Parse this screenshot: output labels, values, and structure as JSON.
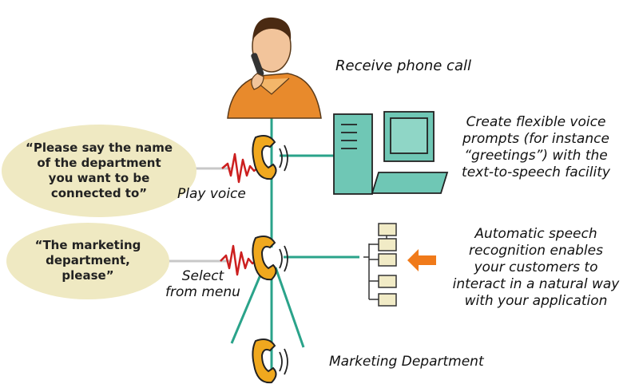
{
  "labels": {
    "receive_call": "Receive phone call",
    "create_prompts": [
      "Create flexible voice",
      "prompts (for instance",
      "“greetings”) with the",
      "text-to-speech facility"
    ],
    "play_voice": "Play voice",
    "select_menu": [
      "Select",
      "from menu"
    ],
    "asr": [
      "Automatic speech",
      "recognition enables",
      "your customers to",
      "interact in a natural way",
      "with your application"
    ],
    "marketing": "Marketing Department"
  },
  "bubbles": {
    "prompt": [
      "“Please say the name",
      "of the department",
      "you want to be",
      "connected to”"
    ],
    "reply": [
      "“The marketing",
      "department,",
      "please”"
    ]
  },
  "colors": {
    "line": "#2aa38a",
    "bubble": "#efe9c2",
    "phone": "#f0a81e",
    "wave": "#cc1f1f",
    "arrow": "#f07a1a",
    "computer": "#6fc7b5",
    "box": "#f1ebc6"
  },
  "icons": [
    "person-on-phone-icon",
    "telephone-icon",
    "sound-wave-icon",
    "computer-icon",
    "tree-diagram-icon",
    "arrow-icon"
  ]
}
